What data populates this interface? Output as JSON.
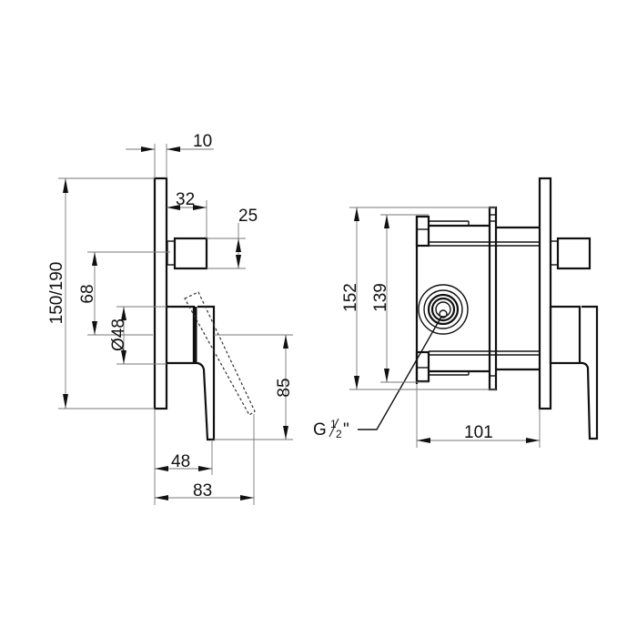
{
  "drawing": {
    "type": "technical-dimension-drawing",
    "views": {
      "side_view": {
        "dimensions": {
          "plate_thickness": "10",
          "diverter_offset": "32",
          "diverter_height": "25",
          "total_height": "150/190",
          "center_to_diverter": "68",
          "body_diameter": "Ø48",
          "lever_height": "85",
          "lever_depth": "48",
          "total_depth": "83"
        }
      },
      "front_section_view": {
        "dimensions": {
          "box_outer_height": "152",
          "box_inner_height": "139",
          "box_depth": "101"
        },
        "labels": {
          "thread": "G",
          "thread_fraction_num": "1",
          "thread_fraction_den": "2",
          "thread_unit": "\""
        }
      }
    }
  }
}
